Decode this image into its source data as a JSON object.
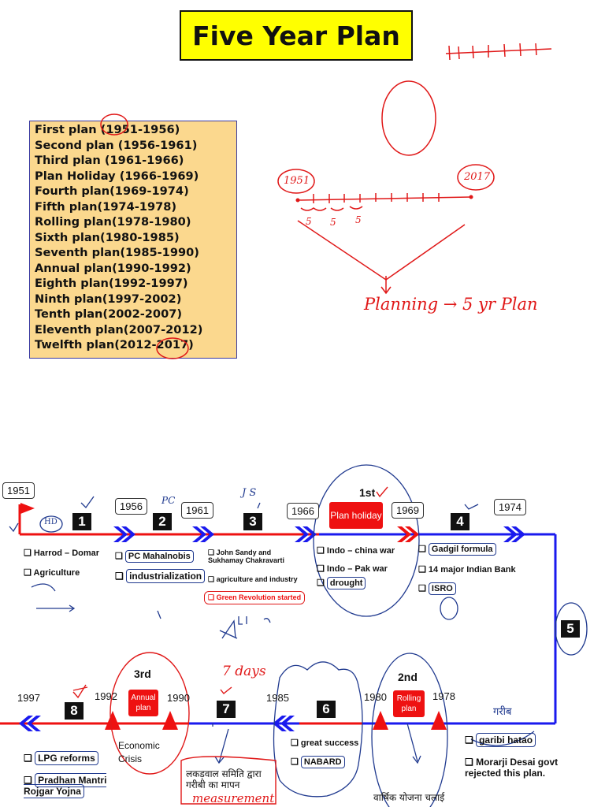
{
  "title": "Five Year Plan",
  "plans": [
    "First plan (1951-1956)",
    "Second plan (1956-1961)",
    "Third plan (1961-1966)",
    "Plan Holiday (1966-1969)",
    "Fourth plan(1969-1974)",
    "Fifth plan(1974-1978)",
    "Rolling plan(1978-1980)",
    "Sixth plan(1980-1985)",
    "Seventh plan(1985-1990)",
    "Annual plan(1990-1992)",
    "Eighth plan(1992-1997)",
    "Ninth plan(1997-2002)",
    "Tenth plan(2002-2007)",
    "Eleventh plan(2007-2012)",
    "Twelfth plan(2012-2017)"
  ],
  "sketch": {
    "start": "1951",
    "end": "2017",
    "fives": [
      "5",
      "5",
      "5"
    ],
    "caption": "Planning → 5 yr Plan"
  },
  "timeline": {
    "years_top": [
      "1951",
      "1956",
      "1961",
      "1966",
      "1969",
      "1974"
    ],
    "years_bottom": [
      "1997",
      "1992",
      "1990",
      "1985",
      "1980",
      "1978"
    ],
    "numbers": [
      "1",
      "2",
      "3",
      "4",
      "5",
      "6",
      "7",
      "8"
    ],
    "holiday": {
      "ordinal": "1st",
      "label": "Plan holiday"
    },
    "annual": {
      "ordinal": "3rd",
      "label": "Annual plan"
    },
    "rolling": {
      "ordinal": "2nd",
      "label": "Rolling plan"
    },
    "plan1": [
      "Harrod – Domar",
      "Agriculture"
    ],
    "plan2": [
      "PC Mahalnobis",
      "industrialization"
    ],
    "plan3": [
      "John Sandy and Sukhamay Chakravarti",
      "agriculture and industry",
      "Green Revolution started"
    ],
    "holiday_items": [
      "Indo – china war",
      "Indo – Pak war",
      "drought"
    ],
    "plan4": [
      "Gadgil formula",
      "14 major Indian Bank",
      "ISRO"
    ],
    "plan5": [
      "garibi hatao",
      "Morarji Desai govt rejected this plan."
    ],
    "plan6": [
      "great success",
      "NABARD"
    ],
    "plan7_hindi": "लकड़वाल समिति द्वारा गरीबी का मापन",
    "plan8": [
      "LPG reforms",
      "Pradhan Mantri Rojgar Yojna"
    ],
    "economic_crisis": "Economic Crisis",
    "rolling_hindi": "वार्षिक योजना चलाई",
    "handwritten": {
      "hd": "HD",
      "pc": "PC",
      "js": "J S",
      "seven_days": "7 days",
      "garibi": "गरीब",
      "measurement": "measurement"
    }
  },
  "colors": {
    "title_bg": "#ffff00",
    "panel_bg": "#fbd88e",
    "timeline_red": "#ee1111",
    "timeline_blue": "#1a1aee",
    "ink_red": "#e01818",
    "ink_blue": "#203a8f"
  }
}
